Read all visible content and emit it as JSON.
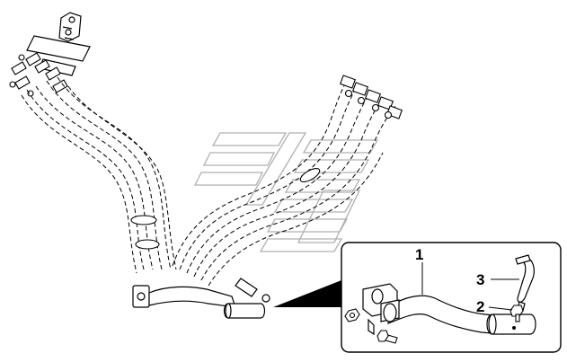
{
  "diagram": {
    "callouts": [
      {
        "id": "1",
        "label": "1"
      },
      {
        "id": "2",
        "label": "2"
      },
      {
        "id": "3",
        "label": "3"
      }
    ],
    "colors": {
      "line": "#000000",
      "watermark": "#b0b0b0",
      "background": "#ffffff"
    },
    "icons": [
      "hydraulic-hose-assembly",
      "detail-zoom-pointer",
      "support-pipe",
      "hose-clamp",
      "clamp-bolt",
      "mounting-bracket",
      "watermark-logo"
    ]
  }
}
